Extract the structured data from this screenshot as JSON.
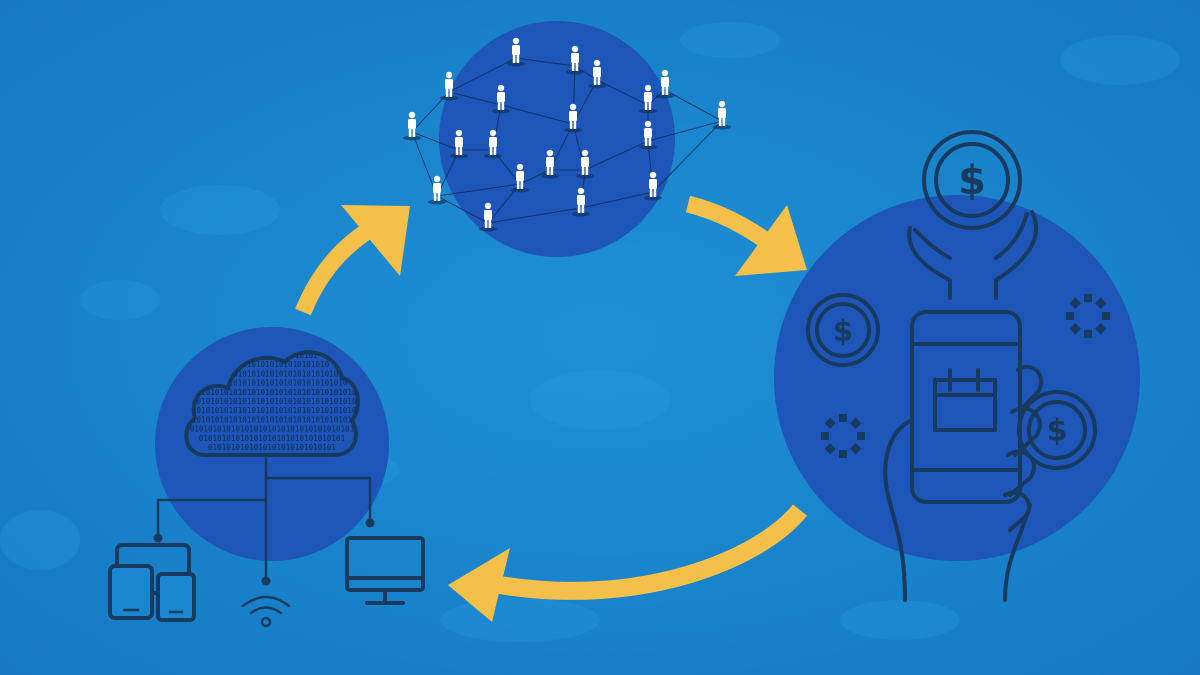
{
  "colors": {
    "background": "#1a86cf",
    "node_circle": "#1d56b8",
    "arrow": "#f5c04a",
    "icon_stroke": "#173a5e",
    "person": "#ffffff"
  },
  "binary_rows": [
    "01010101010101010101",
    "0101010101010101010101010",
    "01010101010101010101010101010",
    "010101010101010101010101010101010",
    "0101010101010101010101010101010101010",
    "0101010101010101010101010101010101010",
    "0101010101010101010101010101010101010",
    "0101010101010101010101010101010101010",
    "010101010101010101010101010101010101",
    "01010101010101010101010101010101",
    "0101010101010101010101010101"
  ],
  "currency_symbol": "$",
  "icons": {
    "cloud": "cloud-data-icon",
    "devices": "mobile-devices-icon",
    "wifi": "wifi-icon",
    "monitor": "monitor-icon",
    "network": "people-network-icon",
    "coin": "dollar-coin-icon",
    "phone": "smartphone-payment-icon",
    "hands": "hands-offering-icon",
    "gear": "gear-outline-icon"
  }
}
